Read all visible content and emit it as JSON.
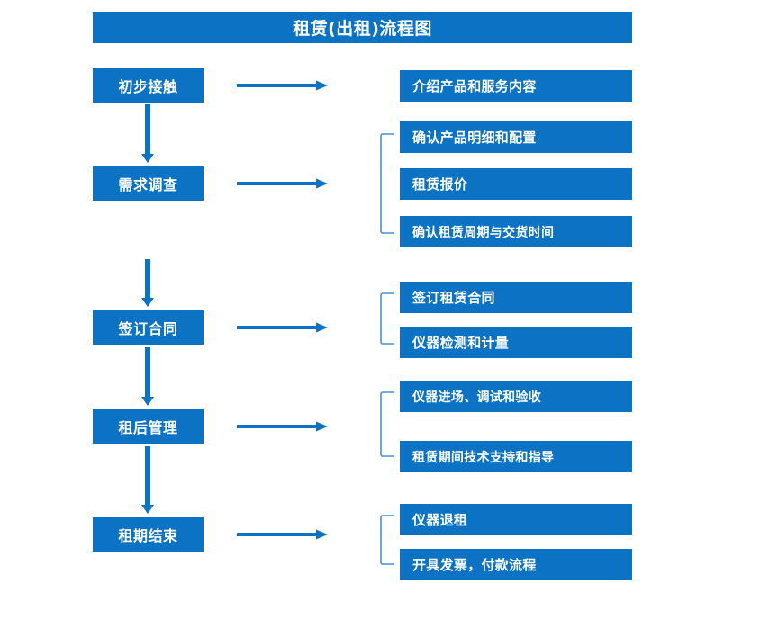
{
  "theme": {
    "box_blue": "#0b72c4",
    "arrow_blue": "#0b72c4",
    "bracket_blue": "#4a90c8",
    "text_white": "#ffffff",
    "background": "#ffffff"
  },
  "title": {
    "text": "租赁(出租)流程图"
  },
  "stages": [
    {
      "id": "initial-contact",
      "label": "初步接触"
    },
    {
      "id": "demand-survey",
      "label": "需求调查"
    },
    {
      "id": "sign-contract",
      "label": "签订合同"
    },
    {
      "id": "post-rental-management",
      "label": "租后管理"
    },
    {
      "id": "lease-end",
      "label": "租期结束"
    }
  ],
  "details": [
    {
      "id": "intro-products-services",
      "label": "介绍产品和服务内容",
      "group": 1
    },
    {
      "id": "confirm-product-spec",
      "label": "确认产品明细和配置",
      "group": 2
    },
    {
      "id": "rental-quote",
      "label": "租赁报价",
      "group": 2
    },
    {
      "id": "confirm-period-delivery",
      "label": "确认租赁周期与交货时间",
      "group": 2
    },
    {
      "id": "sign-rental-contract",
      "label": "签订租赁合同",
      "group": 3
    },
    {
      "id": "instrument-test-metering",
      "label": "仪器检测和计量",
      "group": 3
    },
    {
      "id": "instrument-entry-commission",
      "label": "仪器进场、调试和验收",
      "group": 4
    },
    {
      "id": "rental-tech-support",
      "label": "租赁期间技术支持和指导",
      "group": 4
    },
    {
      "id": "instrument-return",
      "label": "仪器退租",
      "group": 5
    },
    {
      "id": "invoice-payment",
      "label": "开具发票，付款流程",
      "group": 5
    }
  ],
  "connectors": {
    "horizontal_arrows": 5,
    "vertical_arrows": 4,
    "group_brackets": 4
  },
  "icons": {
    "horizontal_arrow": "arrow-right-icon",
    "vertical_arrow": "arrow-down-icon",
    "bracket": "group-bracket-icon"
  }
}
